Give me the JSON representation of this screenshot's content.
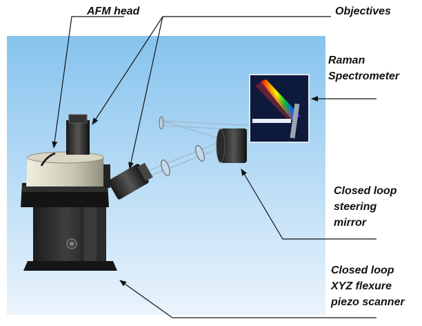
{
  "labels": {
    "afm_head": "AFM head",
    "objectives": "Objectives",
    "raman": [
      "Raman",
      "Spectrometer"
    ],
    "steering": [
      "Closed loop",
      "steering",
      "mirror"
    ],
    "scanner": [
      "Closed loop",
      "XYZ flexure",
      "piezo scanner"
    ]
  },
  "colors": {
    "bg_top": "#8dc7ef",
    "bg_bottom": "#e6f2fb",
    "body": "#2a2a2a",
    "head_top": "#cfcfcf",
    "spectrum_panel": "#0e1a3c"
  }
}
